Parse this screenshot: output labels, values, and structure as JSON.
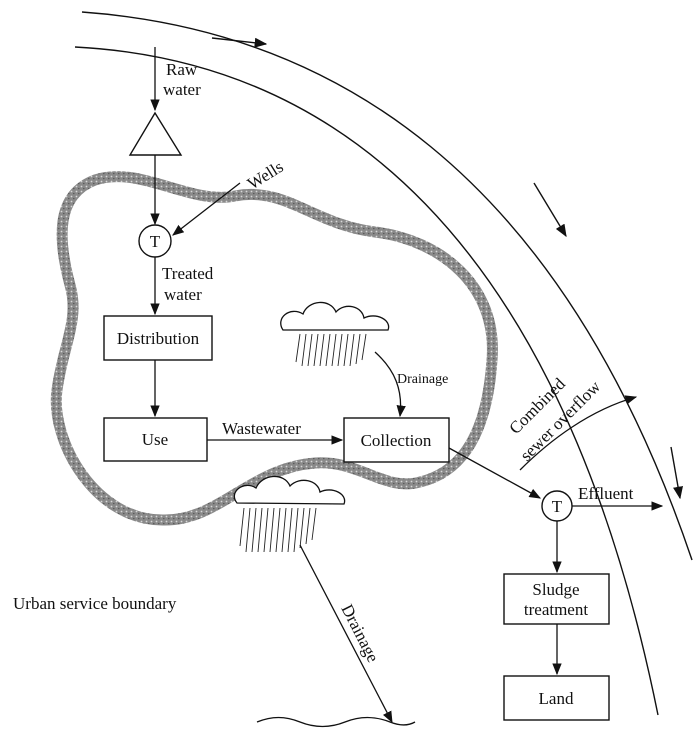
{
  "labels": {
    "raw_water_1": "Raw",
    "raw_water_2": "water",
    "wells": "Wells",
    "treated_1": "Treated",
    "treated_2": "water",
    "drainage_small": "Drainage",
    "wastewater": "Wastewater",
    "cso_1": "Combined",
    "cso_2": "sewer overflow",
    "effluent": "Effluent",
    "boundary": "Urban service boundary",
    "drainage_big": "Drainage"
  },
  "boxes": {
    "distribution": "Distribution",
    "use": "Use",
    "collection": "Collection",
    "sludge_1": "Sludge",
    "sludge_2": "treatment",
    "land": "Land"
  },
  "nodes": {
    "water_treatment": "T",
    "wastewater_treatment": "T"
  }
}
